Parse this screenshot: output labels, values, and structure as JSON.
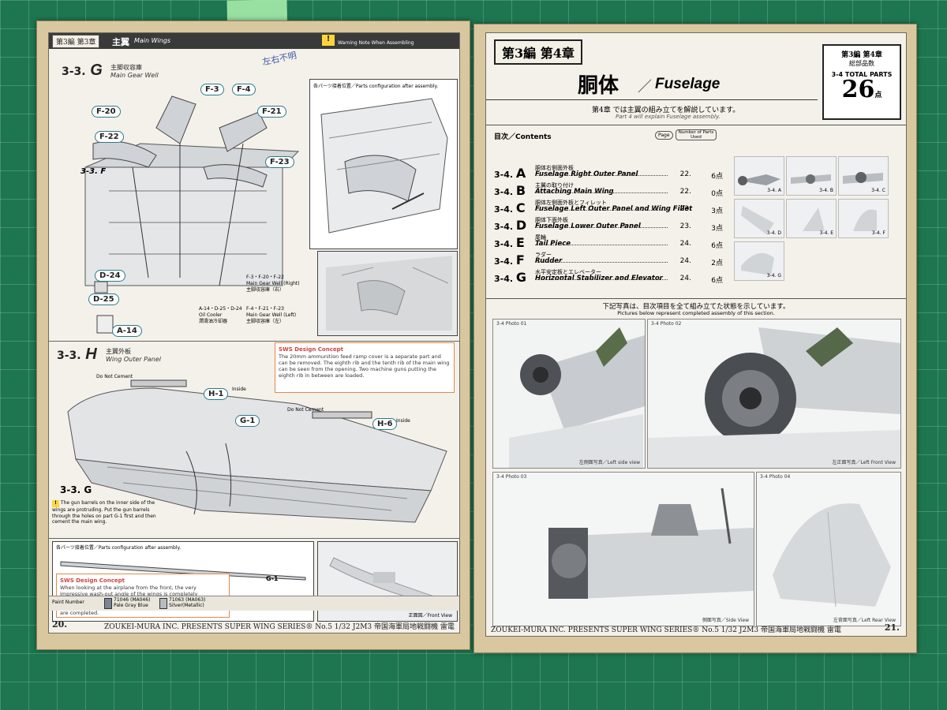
{
  "left_page": {
    "header": {
      "chapter_tag": "第3編 第3章",
      "title_jp": "主翼",
      "title_en": "Main Wings",
      "warning": "Warning Note When Assembling"
    },
    "handwriting": "左右不明",
    "sections": [
      {
        "id": "3-3.",
        "letter": "G",
        "jp": "主脚収容庫",
        "en": "Main Gear Well"
      },
      {
        "id": "3-3.",
        "letter": "H",
        "jp": "主翼外板",
        "en": "Wing Outer Panel"
      }
    ],
    "parts_g": [
      "F-20",
      "F-3",
      "F-4",
      "F-21",
      "F-22",
      "F-23",
      "D-24",
      "D-25",
      "A-14"
    ],
    "ref_f": "3-3. F",
    "parts_config_label": "各パーツ接着位置／Parts configuration after assembly.",
    "legend": [
      {
        "parts": "F-3・F-20・F-22",
        "en": "Main Gear Well (Right)",
        "jp": "主脚収容庫（右）"
      },
      {
        "parts": "A-14・D-25・D-24",
        "en": "Oil Cooler",
        "jp": "潤滑油冷却器"
      },
      {
        "parts": "F-4・F-21・F-23",
        "en": "Main Gear Well (Left)",
        "jp": "主脚収容庫（左）"
      }
    ],
    "sws_note_top": {
      "title": "SWS Design Concept",
      "text": "The 20mm ammunition feed ramp cover is a separate part and can be removed. The eighth rib and the tenth rib of the main wing can be seen from the opening. Two machine guns putting the eighth rib in between are loaded."
    },
    "parts_h": [
      "H-1",
      "G-1",
      "H-6"
    ],
    "do_not_cement": "Do Not Cement",
    "inside": "Inside",
    "ref_g": "3-3. G",
    "gun_note": "The gun barrels on the inner side of the wings are protruding. Put the gun barrels through the holes on part G-1 first and then cement the main wing.",
    "sws_note_bottom": {
      "title": "SWS Design Concept",
      "text": "When looking at the airplane from the front, the very impressive wash-out angle of the wings is completely reproduced. The beautiful wings, which are resemblance to the representative work of the designer, Horikoshi, \"Zero fighter\", are completed."
    },
    "front_view": "正面図／Front View",
    "paints": [
      {
        "code": "71046 (MA046)",
        "name": "Pale Gray Blue"
      },
      {
        "code": "71063 (MA063)",
        "name": "Silver(Metallic)"
      }
    ],
    "paint_label": "Paint Number",
    "page_number": "20.",
    "footer": "ZOUKEI-MURA INC. PRESENTS  SUPER WING SERIES® No.5  1/32 J2M3 帝国海軍局地戦闘機 雷電"
  },
  "right_page": {
    "chapter_tag": "第3編 第4章",
    "title_jp": "胴体",
    "title_en": "Fuselage",
    "sub_jp": "第4章 では主翼の組み立てを解説しています。",
    "sub_en": "Part 4 will explain Fuselage assembly.",
    "total_box": {
      "tag": "第3編 第4章",
      "jp": "総部品数",
      "label": "3-4 TOTAL PARTS",
      "value": "26",
      "unit": "点"
    },
    "contents_title": "目次／Contents",
    "col_page": "Page",
    "col_parts": "Number of Parts Used",
    "toc": [
      {
        "id": "3-4.",
        "letter": "A",
        "jp": "胴体右側面外板",
        "en": "Fuselage Right Outer Panel",
        "page": "22.",
        "parts": "6点"
      },
      {
        "id": "3-4.",
        "letter": "B",
        "jp": "主翼の取り付け",
        "en": "Attaching Main Wing",
        "page": "22.",
        "parts": "0点"
      },
      {
        "id": "3-4.",
        "letter": "C",
        "jp": "胴体左側面外板とフィレット",
        "en": "Fuselage Left Outer Panel and Wing Fillet",
        "page": "23.",
        "parts": "3点"
      },
      {
        "id": "3-4.",
        "letter": "D",
        "jp": "胴体下面外板",
        "en": "Fuselage Lower Outer Panel",
        "page": "23.",
        "parts": "3点"
      },
      {
        "id": "3-4.",
        "letter": "E",
        "jp": "尾輪",
        "en": "Tail Piece",
        "page": "24.",
        "parts": "6点"
      },
      {
        "id": "3-4.",
        "letter": "F",
        "jp": "ラダー",
        "en": "Rudder",
        "page": "24.",
        "parts": "2点"
      },
      {
        "id": "3-4.",
        "letter": "G",
        "jp": "水平安定板とエレベーター",
        "en": "Horizontal Stabilizer and Elevator",
        "page": "24.",
        "parts": "6点"
      }
    ],
    "thumbs": [
      "3-4. A",
      "3-4. B",
      "3-4. C",
      "3-4. D",
      "3-4. E",
      "3-4. F",
      "3-4. G"
    ],
    "photos_title_jp": "下記写真は、目次項目を全て組み立てた状態を示しています。",
    "photos_title_en": "Pictures below represent completed assembly of this section.",
    "photos": [
      {
        "label": "3-4 Photo 01",
        "caption": "左側面写真／Left side view"
      },
      {
        "label": "3-4 Photo 02",
        "caption": "左正面写真／Left Front View"
      },
      {
        "label": "3-4 Photo 03",
        "caption": "側面写真／Side View"
      },
      {
        "label": "3-4 Photo 04",
        "caption": "左背面写真／Left Rear View"
      }
    ],
    "page_number": "21.",
    "footer": "ZOUKEI-MURA INC. PRESENTS  SUPER WING SERIES® No.5  1/32 J2M3 帝国海軍局地戦闘機 雷電"
  }
}
